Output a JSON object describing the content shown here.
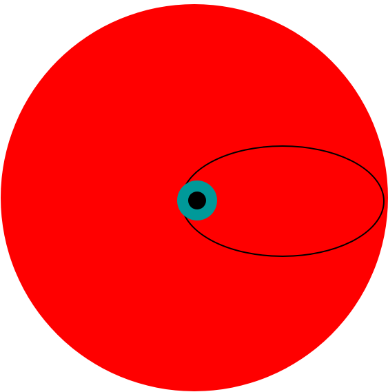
{
  "colors": {
    "background": "#ffffff",
    "disk_fill": "#ff0000",
    "orbit_stroke": "#000000",
    "ring_fill": "#009999",
    "dot_fill": "#000000"
  },
  "shapes": {
    "disk": "large-red-circle",
    "orbit": "ellipse-outline",
    "ring": "teal-ring",
    "dot": "black-dot"
  }
}
